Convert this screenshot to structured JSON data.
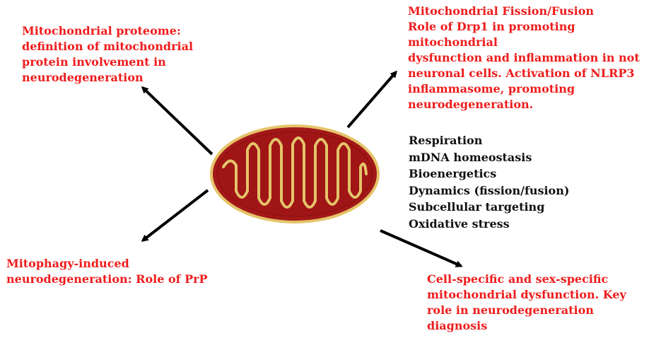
{
  "diagram": {
    "colors": {
      "annotation_text": "#ee1c1c",
      "list_text": "#111111",
      "arrow": "#000000",
      "mitochondrion_outer": "#a01515",
      "mitochondrion_fill": "#a31818",
      "crista_stroke": "#e4c46a"
    },
    "center_icon": "mitochondrion-icon",
    "top_left_text": "Mitochondrial proteome:\ndefinition of mitochondrial\nprotein involvement in\nneurodegeneration",
    "top_right_text": "Mitochondrial Fission/Fusion\nRole of Drp1 in promoting mitochondrial\ndysfunction and inflammation in not\nneuronal cells. Activation of NLRP3\ninflammasome, promoting\nneurodegeneration.",
    "bottom_left_text": "Mitophagy-induced\nneurodegeneration: Role of PrP",
    "bottom_right_text": "Cell-specific and sex-specific\nmitochondrial dysfunction. Key\nrole in neurodegeneration\ndiagnosis",
    "functions": [
      "Respiration",
      "mDNA homeostasis",
      "Bioenergetics",
      "Dynamics (fission/fusion)",
      "Subcellular targeting",
      "Oxidative stress"
    ]
  }
}
